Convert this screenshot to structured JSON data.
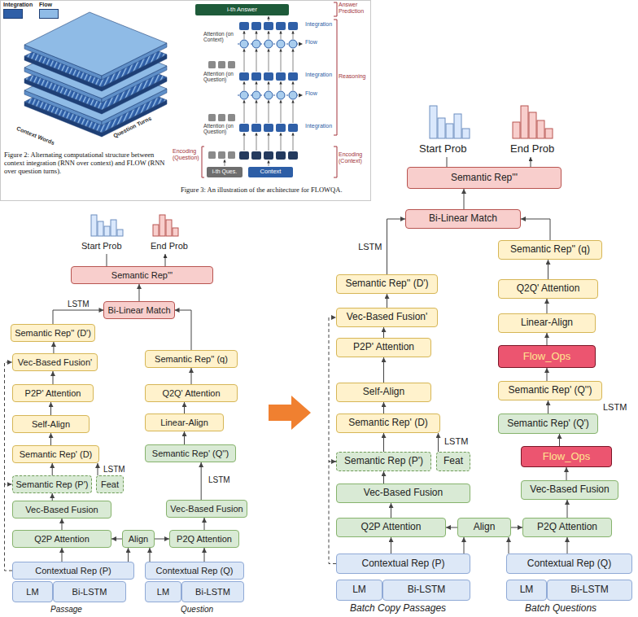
{
  "diagram": {
    "nodes": [
      {
        "text": [
          "i-th Answer"
        ]
      },
      {
        "text": [
          "i-th Ques."
        ]
      },
      {
        "text": [
          "Context"
        ]
      },
      {
        "text": [
          "Semantic Rep'''"
        ]
      },
      {
        "text": [
          "Bi-Linear Match"
        ]
      },
      {
        "text": [
          "Semantic Rep'' (D')"
        ]
      },
      {
        "text": [
          "Semantic Rep'' (q)"
        ]
      },
      {
        "text": [
          "Vec-Based Fusion'"
        ]
      },
      {
        "text": [
          "Q2Q' Attention"
        ]
      },
      {
        "text": [
          "P2P' Attention"
        ]
      },
      {
        "text": [
          "Linear-Align"
        ]
      },
      {
        "text": [
          "Self-Align"
        ]
      },
      {
        "text": [
          "Semantic Rep' (Q'')"
        ]
      },
      {
        "text": [
          "Semantic Rep' (D)"
        ]
      },
      {
        "text": [
          "Semantic Rep (P')"
        ]
      },
      {
        "text": [
          "Feat"
        ]
      },
      {
        "text": [
          "Vec-Based Fusion"
        ]
      },
      {
        "text": [
          "Vec-Based Fusion"
        ]
      },
      {
        "text": [
          "Q2P Attention"
        ]
      },
      {
        "text": [
          "Align"
        ]
      },
      {
        "text": [
          "P2Q Attention"
        ]
      },
      {
        "text": [
          "Contextual Rep (P)"
        ]
      },
      {
        "text": [
          "Contextual Rep (Q)"
        ]
      },
      {
        "text": [
          "LM"
        ]
      },
      {
        "text": [
          "Bi-LSTM"
        ]
      },
      {
        "text": [
          "LM"
        ]
      },
      {
        "text": [
          "Bi-LSTM"
        ]
      },
      {
        "text": [
          "Semantic Rep'''"
        ]
      },
      {
        "text": [
          "Bi-Linear Match"
        ]
      },
      {
        "text": [
          "Semantic Rep'' (q)"
        ]
      },
      {
        "text": [
          "Semantic Rep'' (D')"
        ]
      },
      {
        "text": [
          "Q2Q' Attention"
        ]
      },
      {
        "text": [
          "Vec-Based Fusion'"
        ]
      },
      {
        "text": [
          "Linear-Align"
        ]
      },
      {
        "text": [
          "P2P' Attention"
        ]
      },
      {
        "text": [
          "Flow_Ops"
        ]
      },
      {
        "text": [
          "Self-Align"
        ]
      },
      {
        "text": [
          "Semantic Rep' (Q'')"
        ]
      },
      {
        "text": [
          "Semantic Rep' (Q')"
        ]
      },
      {
        "text": [
          "Semantic Rep' (D)"
        ]
      },
      {
        "text": [
          "Flow_Ops"
        ]
      },
      {
        "text": [
          "Semantic Rep (P')"
        ]
      },
      {
        "text": [
          "Feat"
        ]
      },
      {
        "text": [
          "Vec-Based Fusion"
        ]
      },
      {
        "text": [
          "Vec-Based Fusion"
        ]
      },
      {
        "text": [
          "Q2P Attention"
        ]
      },
      {
        "text": [
          "Align"
        ]
      },
      {
        "text": [
          "P2Q Attention"
        ]
      },
      {
        "text": [
          "Contextual Rep (P)"
        ]
      },
      {
        "text": [
          "Contextual Rep (Q)"
        ]
      },
      {
        "text": [
          "LM"
        ]
      },
      {
        "text": [
          "Bi-LSTM"
        ]
      },
      {
        "text": [
          "LM"
        ]
      },
      {
        "text": [
          "Bi-LSTM"
        ]
      }
    ],
    "edges": [
      {
        "from": 21,
        "to": 18,
        "arrow": "to"
      },
      {
        "from": 21,
        "to": 19,
        "arrow": "to"
      },
      {
        "from": 22,
        "to": 19,
        "arrow": "to"
      },
      {
        "from": 22,
        "to": 20,
        "arrow": "to"
      },
      {
        "from": 19,
        "to": 18,
        "arrow": "to"
      },
      {
        "from": 19,
        "to": 20,
        "arrow": "to"
      },
      {
        "from": 18,
        "to": 16,
        "arrow": "to"
      },
      {
        "from": 20,
        "to": 17,
        "arrow": "to"
      },
      {
        "from": 16,
        "to": 14,
        "arrow": "to"
      },
      {
        "from": 21,
        "to": 14,
        "arrow": "to"
      },
      {
        "from": 14,
        "to": 13,
        "arrow": "to"
      },
      {
        "from": 15,
        "to": 13,
        "arrow": "to"
      },
      {
        "from": 17,
        "to": 12,
        "arrow": "to"
      },
      {
        "from": 13,
        "to": 11,
        "arrow": "to"
      },
      {
        "from": 11,
        "to": 9,
        "arrow": "to"
      },
      {
        "from": 9,
        "to": 7,
        "arrow": "to"
      },
      {
        "from": 14,
        "to": 7,
        "arrow": "to"
      },
      {
        "from": 7,
        "to": 5,
        "arrow": "to"
      },
      {
        "from": 5,
        "to": 4,
        "arrow": "to",
        "label": "LSTM"
      },
      {
        "from": 12,
        "to": 10,
        "arrow": "to"
      },
      {
        "from": 10,
        "to": 8,
        "arrow": "to"
      },
      {
        "from": 8,
        "to": 6,
        "arrow": "to"
      },
      {
        "from": 6,
        "to": 4,
        "arrow": "to"
      },
      {
        "from": 4,
        "to": 3,
        "arrow": "to"
      },
      {
        "from": 48,
        "to": 45,
        "arrow": "to"
      },
      {
        "from": 48,
        "to": 46,
        "arrow": "to"
      },
      {
        "from": 49,
        "to": 46,
        "arrow": "to"
      },
      {
        "from": 49,
        "to": 47,
        "arrow": "to"
      },
      {
        "from": 46,
        "to": 45,
        "arrow": "to"
      },
      {
        "from": 46,
        "to": 47,
        "arrow": "to"
      },
      {
        "from": 45,
        "to": 43,
        "arrow": "to"
      },
      {
        "from": 47,
        "to": 44,
        "arrow": "to"
      },
      {
        "from": 43,
        "to": 41,
        "arrow": "to"
      },
      {
        "from": 48,
        "to": 41,
        "arrow": "to"
      },
      {
        "from": 41,
        "to": 39,
        "arrow": "to"
      },
      {
        "from": 42,
        "to": 39,
        "arrow": "to"
      },
      {
        "from": 44,
        "to": 40,
        "arrow": "to"
      },
      {
        "from": 40,
        "to": 38,
        "arrow": "to"
      },
      {
        "from": 38,
        "to": 37,
        "arrow": "to"
      },
      {
        "from": 39,
        "to": 36,
        "arrow": "to"
      },
      {
        "from": 36,
        "to": 34,
        "arrow": "to"
      },
      {
        "from": 34,
        "to": 32,
        "arrow": "to"
      },
      {
        "from": 41,
        "to": 32,
        "arrow": "to"
      },
      {
        "from": 32,
        "to": 30,
        "arrow": "to"
      },
      {
        "from": 30,
        "to": 28,
        "arrow": "to",
        "label": "LSTM"
      },
      {
        "from": 37,
        "to": 35,
        "arrow": "to"
      },
      {
        "from": 35,
        "to": 33,
        "arrow": "to"
      },
      {
        "from": 33,
        "to": 31,
        "arrow": "to"
      },
      {
        "from": 31,
        "to": 29,
        "arrow": "to"
      },
      {
        "from": 29,
        "to": 28,
        "arrow": "to"
      },
      {
        "from": 28,
        "to": 27,
        "arrow": "to"
      }
    ],
    "labels": [
      "Context Words",
      "Question Turns",
      "Figure 2: Alternating computational structure between context integration (RNN over context) and FLOW (RNN over question turns).",
      "Answer Prediction",
      "Reasoning",
      "Encoding (Question)",
      "Encoding (Context)",
      "Integration",
      "Flow",
      "Integration",
      "Flow",
      "Integration",
      "Attention (on Context)",
      "Attention (on Question)",
      "Attention (on Question)",
      "Figure 3: An illustration of the architecture for FLOWQA.",
      "Start Prob",
      "End Prob",
      "LSTM",
      "LSTM",
      "Passage",
      "Question",
      "Start Prob",
      "End Prob",
      "LSTM",
      "LSTM",
      "Batch Copy Passages",
      "Batch Questions"
    ],
    "legend": [
      {
        "text": "Integration",
        "color": "#2f5fa7"
      },
      {
        "text": "Flow",
        "color": "#8fbbe6"
      }
    ]
  }
}
